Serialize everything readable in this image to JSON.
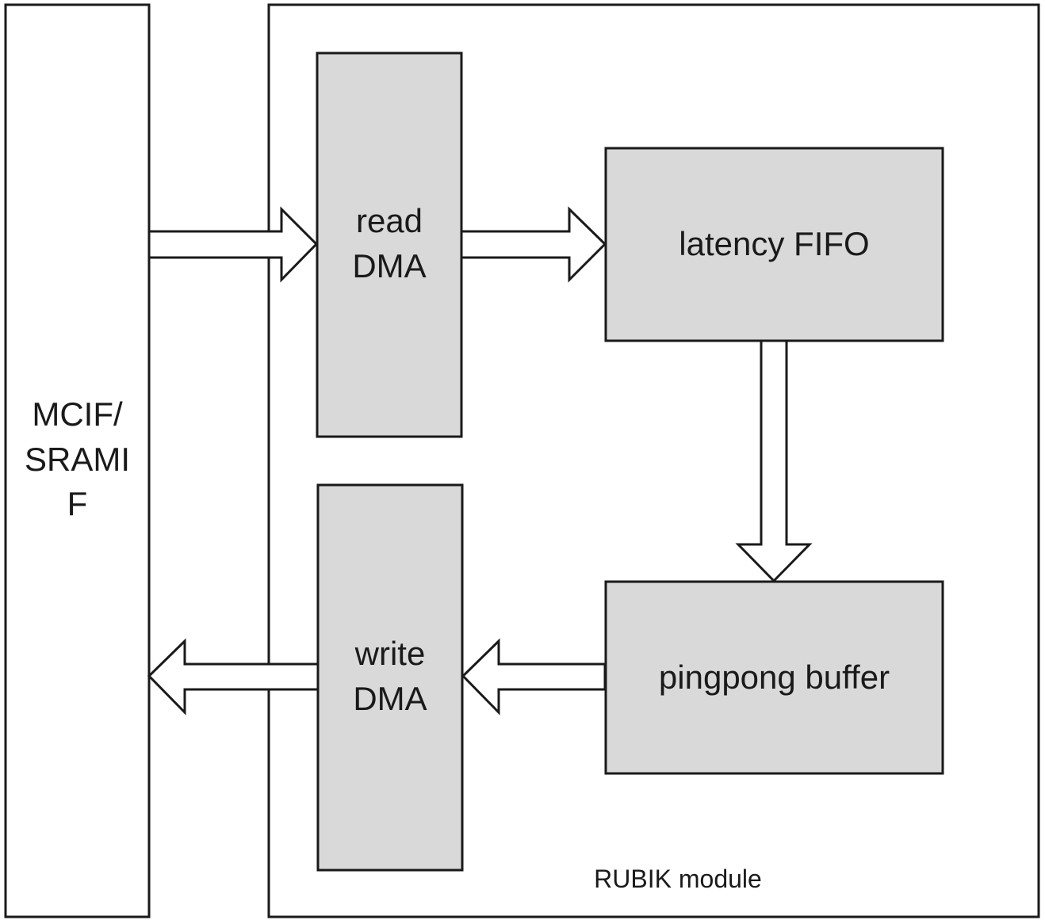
{
  "blocks": {
    "mcif": {
      "lines": [
        "MCIF/",
        "SRAMI",
        "F"
      ]
    },
    "read_dma": {
      "lines": [
        "read",
        "DMA"
      ]
    },
    "write_dma": {
      "lines": [
        "write",
        "DMA"
      ]
    },
    "latency_fifo": {
      "label": "latency FIFO"
    },
    "pingpong_buffer": {
      "label": "pingpong buffer"
    }
  },
  "module_label": "RUBIK module",
  "colors": {
    "block_fill": "#d9d9d9",
    "stroke": "#1a1a1a",
    "background": "#ffffff"
  }
}
